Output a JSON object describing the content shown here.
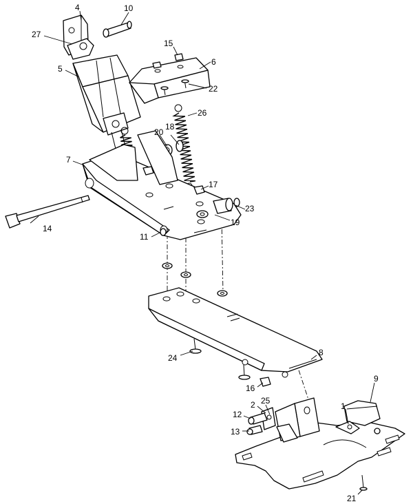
{
  "callouts": [
    {
      "id": "c1",
      "label": "1"
    },
    {
      "id": "c2",
      "label": "2"
    },
    {
      "id": "c4",
      "label": "4"
    },
    {
      "id": "c5",
      "label": "5"
    },
    {
      "id": "c6",
      "label": "6"
    },
    {
      "id": "c7",
      "label": "7"
    },
    {
      "id": "c8",
      "label": "8"
    },
    {
      "id": "c9",
      "label": "9"
    },
    {
      "id": "c10",
      "label": "10"
    },
    {
      "id": "c11",
      "label": "11"
    },
    {
      "id": "c12",
      "label": "12"
    },
    {
      "id": "c13",
      "label": "13"
    },
    {
      "id": "c14",
      "label": "14"
    },
    {
      "id": "c15",
      "label": "15"
    },
    {
      "id": "c16",
      "label": "16"
    },
    {
      "id": "c17",
      "label": "17"
    },
    {
      "id": "c18",
      "label": "18"
    },
    {
      "id": "c19",
      "label": "19"
    },
    {
      "id": "c20",
      "label": "20"
    },
    {
      "id": "c21",
      "label": "21"
    },
    {
      "id": "c22",
      "label": "22"
    },
    {
      "id": "c23",
      "label": "23"
    },
    {
      "id": "c24",
      "label": "24"
    },
    {
      "id": "c25",
      "label": "25"
    },
    {
      "id": "c26",
      "label": "26"
    },
    {
      "id": "c27",
      "label": "27"
    }
  ]
}
